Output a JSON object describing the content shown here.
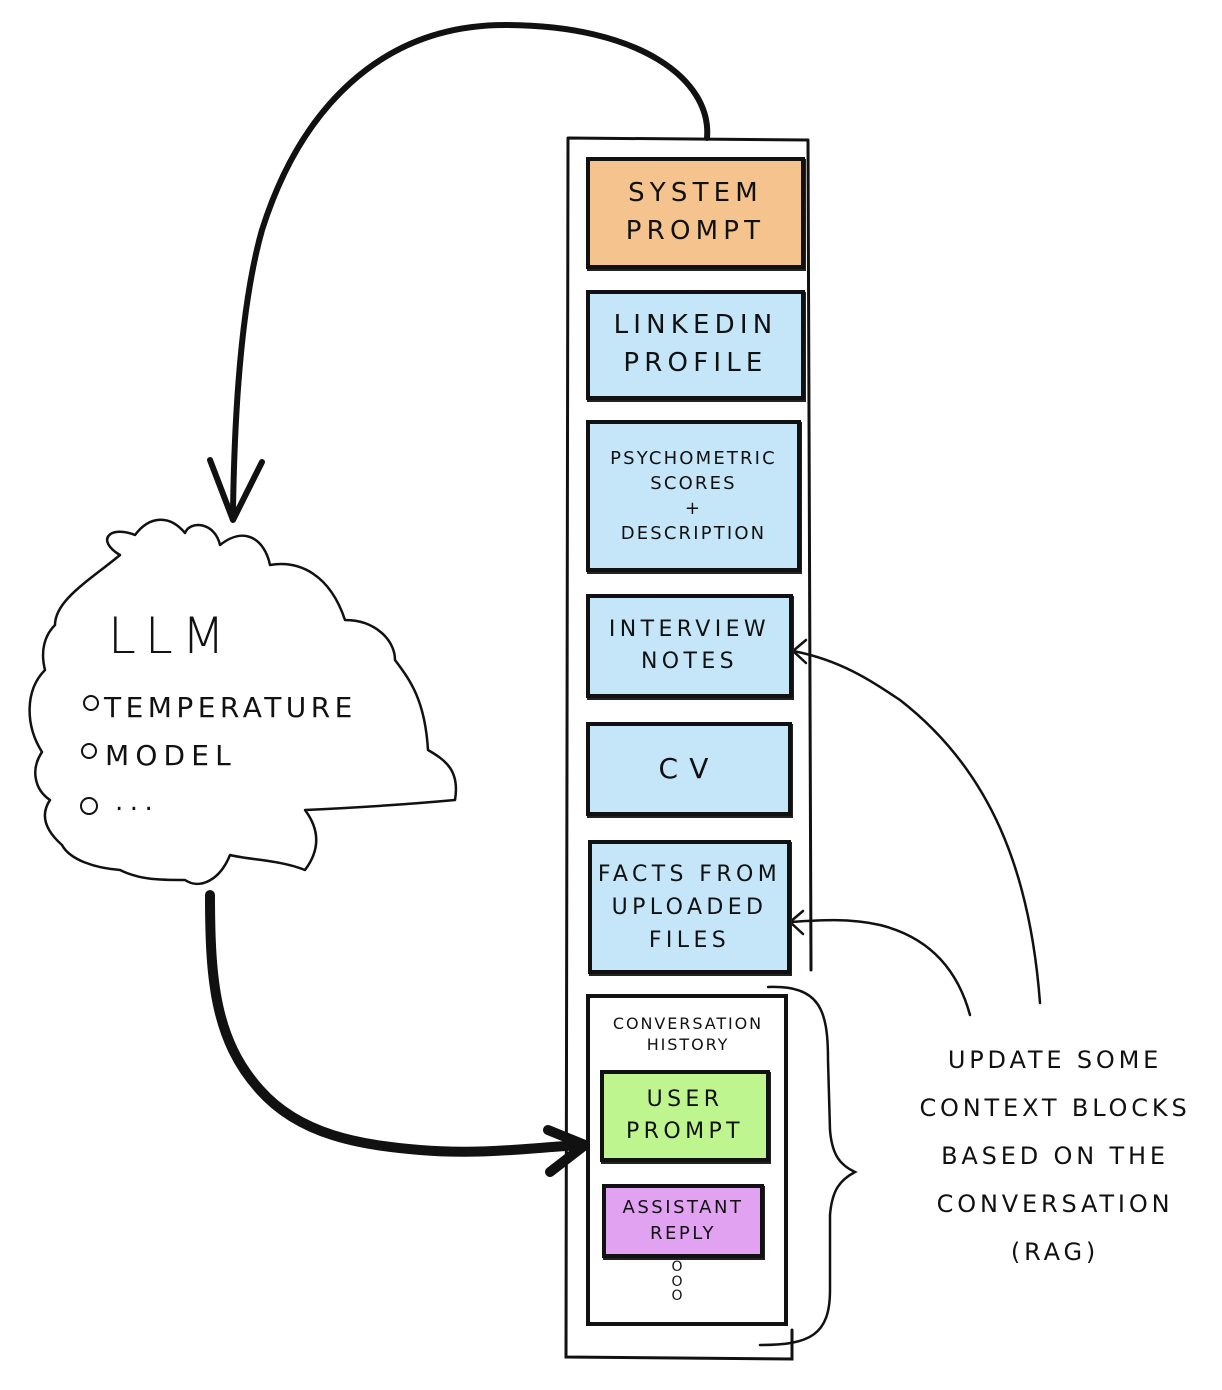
{
  "colors": {
    "system": "#f4c38e",
    "context": "#c5e6f8",
    "user": "#bff58e",
    "assistant": "#e2a2f2",
    "ink": "#111111"
  },
  "llm": {
    "title": "LLM",
    "params": [
      "TEMPERATURE",
      "MODEL",
      "..."
    ]
  },
  "context_window": {
    "blocks": [
      {
        "id": "system-prompt",
        "label": "SYSTEM\nPROMPT",
        "kind": "system"
      },
      {
        "id": "linkedin-profile",
        "label": "LINKEDIN\nPROFILE",
        "kind": "context"
      },
      {
        "id": "psychometric",
        "label": "PSYCHOMETRIC\nSCORES\n+\nDESCRIPTION",
        "kind": "context"
      },
      {
        "id": "interview-notes",
        "label": "INTERVIEW\nNOTES",
        "kind": "context"
      },
      {
        "id": "cv",
        "label": "CV",
        "kind": "context"
      },
      {
        "id": "facts-uploaded",
        "label": "FACTS FROM\nUPLOADED\nFILES",
        "kind": "context"
      }
    ],
    "history": {
      "title": "CONVERSATION\nHISTORY",
      "user": "USER\nPROMPT",
      "assistant": "ASSISTANT\nREPLY",
      "more": "o\no\no"
    }
  },
  "annotation": {
    "text": "UPDATE SOME\nCONTEXT BLOCKS\nBASED ON THE\nCONVERSATION\n(RAG)"
  }
}
